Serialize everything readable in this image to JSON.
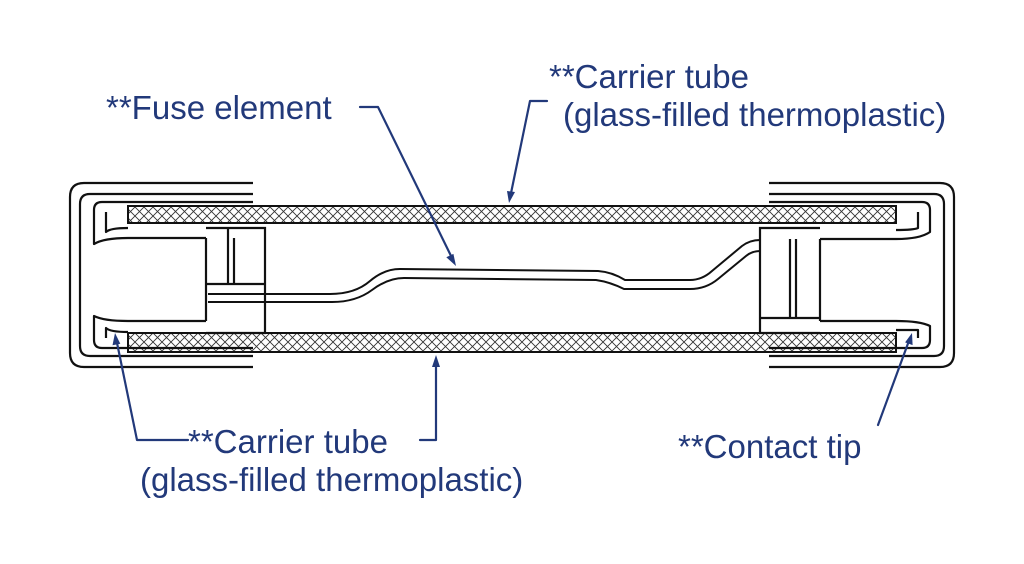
{
  "colors": {
    "label": "#22397a",
    "outline": "#111111",
    "hatch": "#333333",
    "background": "#ffffff"
  },
  "labels": {
    "fuse_element": "**Fuse element",
    "carrier_tube_top": {
      "line1": "**Carrier tube",
      "line2": "(glass-filled thermoplastic)"
    },
    "carrier_tube_bottom": {
      "line1": "**Carrier tube",
      "line2": "(glass-filled thermoplastic)"
    },
    "contact_tip": "**Contact tip"
  }
}
